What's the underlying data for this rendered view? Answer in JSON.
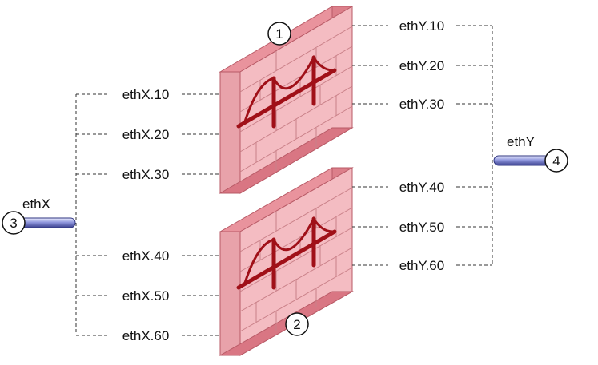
{
  "firewalls": [
    {
      "number": "1"
    },
    {
      "number": "2"
    }
  ],
  "interfaces": {
    "left": {
      "name": "ethX",
      "number": "3"
    },
    "right": {
      "name": "ethY",
      "number": "4"
    }
  },
  "left_subinterfaces": [
    "ethX.10",
    "ethX.20",
    "ethX.30",
    "ethX.40",
    "ethX.50",
    "ethX.60"
  ],
  "right_subinterfaces": [
    "ethY.10",
    "ethY.20",
    "ethY.30",
    "ethY.40",
    "ethY.50",
    "ethY.60"
  ],
  "colors": {
    "wall_front": "#f4bcc2",
    "wall_top": "#e9939d",
    "wall_side": "#dc7f8a",
    "bridge": "#a01018",
    "cable": "#7b82cc"
  }
}
